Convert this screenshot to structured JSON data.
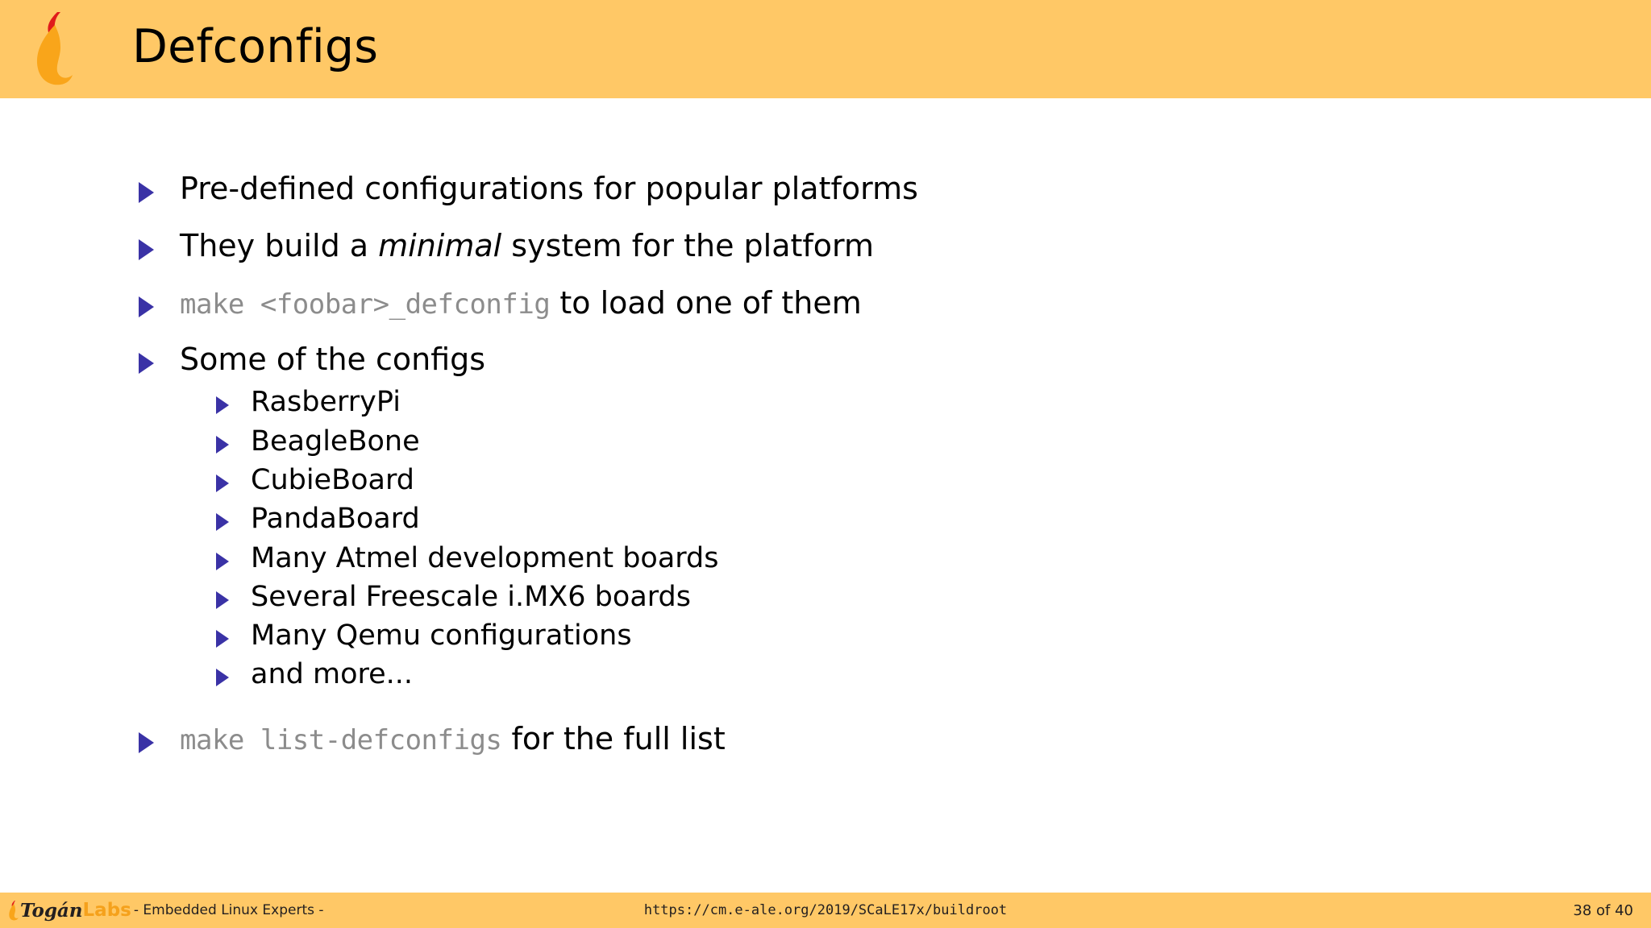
{
  "slide": {
    "title": "Defconfigs",
    "logo_icon": "flame-icon",
    "header_bg": "#ffc866",
    "bullet_color": "#3a32a6",
    "code_color": "#8c8c8c"
  },
  "content": {
    "bullets": [
      {
        "level": 1,
        "segments": [
          {
            "text": "Pre-defined configurations for popular platforms",
            "style": "normal"
          }
        ]
      },
      {
        "level": 1,
        "segments": [
          {
            "text": "They build a ",
            "style": "normal"
          },
          {
            "text": "minimal",
            "style": "italic"
          },
          {
            "text": " system for the platform",
            "style": "normal"
          }
        ]
      },
      {
        "level": 1,
        "segments": [
          {
            "text": "make <foobar>_defconfig",
            "style": "mono"
          },
          {
            "text": " to load one of them",
            "style": "normal"
          }
        ]
      },
      {
        "level": 1,
        "segments": [
          {
            "text": "Some of the configs",
            "style": "normal"
          }
        ]
      }
    ],
    "sub_bullets": [
      {
        "level": 2,
        "segments": [
          {
            "text": "RasberryPi",
            "style": "normal"
          }
        ]
      },
      {
        "level": 2,
        "segments": [
          {
            "text": "BeagleBone",
            "style": "normal"
          }
        ]
      },
      {
        "level": 2,
        "segments": [
          {
            "text": "CubieBoard",
            "style": "normal"
          }
        ]
      },
      {
        "level": 2,
        "segments": [
          {
            "text": "PandaBoard",
            "style": "normal"
          }
        ]
      },
      {
        "level": 2,
        "segments": [
          {
            "text": "Many Atmel development boards",
            "style": "normal"
          }
        ]
      },
      {
        "level": 2,
        "segments": [
          {
            "text": "Several Freescale i.MX6 boards",
            "style": "normal"
          }
        ]
      },
      {
        "level": 2,
        "segments": [
          {
            "text": "Many Qemu configurations",
            "style": "normal"
          }
        ]
      },
      {
        "level": 2,
        "segments": [
          {
            "text": "and more...",
            "style": "normal"
          }
        ]
      }
    ],
    "final_bullet": {
      "level": 1,
      "segments": [
        {
          "text": "make list-defconfigs",
          "style": "mono"
        },
        {
          "text": " for the full list",
          "style": "normal"
        }
      ]
    }
  },
  "footer": {
    "brand_primary": "Togán",
    "brand_secondary": "Labs",
    "tagline": "- Embedded Linux Experts -",
    "url": "https://cm.e-ale.org/2019/SCaLE17x/buildroot",
    "page": "38 of 40",
    "bg": "#ffc866"
  }
}
